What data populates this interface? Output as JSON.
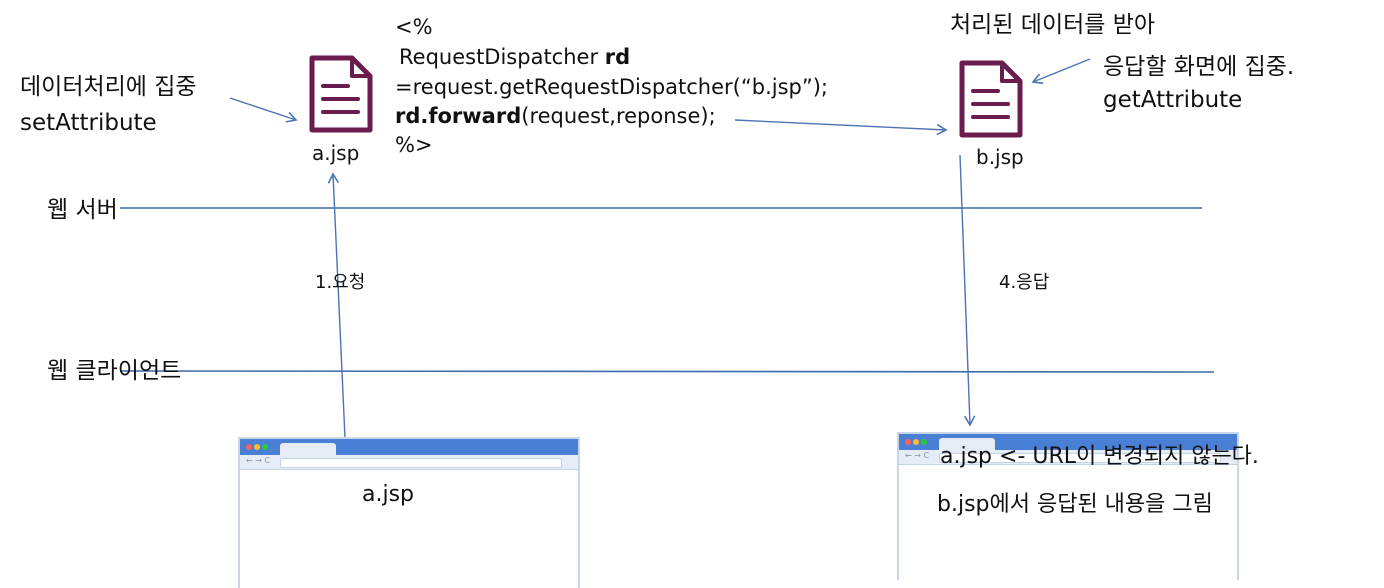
{
  "left": {
    "note_line1": "데이터처리에 집중",
    "note_line2": "setAttribute",
    "file_label": "a.jsp",
    "file_icon": "document-icon"
  },
  "code": {
    "line1": "<%",
    "line2_text": "RequestDispatcher ",
    "line2_bold": "rd",
    "line3": "=request.getRequestDispatcher(“b.jsp”);",
    "line4_bold": "rd.forward",
    "line4_text": "(request,reponse);",
    "line5": "%>"
  },
  "right": {
    "note_line1": "처리된 데이터를 받아",
    "note_line2": "응답할 화면에 집중.",
    "note_line3": "getAttribute",
    "file_label": "b.jsp",
    "file_icon": "document-icon"
  },
  "tiers": {
    "server": "웹 서버",
    "client": "웹 클라이언트"
  },
  "steps": {
    "request": "1.요청",
    "response": "4.응답"
  },
  "browser_left": {
    "label": "a.jsp"
  },
  "browser_right": {
    "line1": "a.jsp <- URL이 변경되지 않는다.",
    "line2": "b.jsp에서 응답된 내용을 그림"
  },
  "colors": {
    "arrow": "#4a74b4",
    "line": "#3c6ca8",
    "icon": "#6a1c4e",
    "browser_bar": "#4a7fd6"
  }
}
